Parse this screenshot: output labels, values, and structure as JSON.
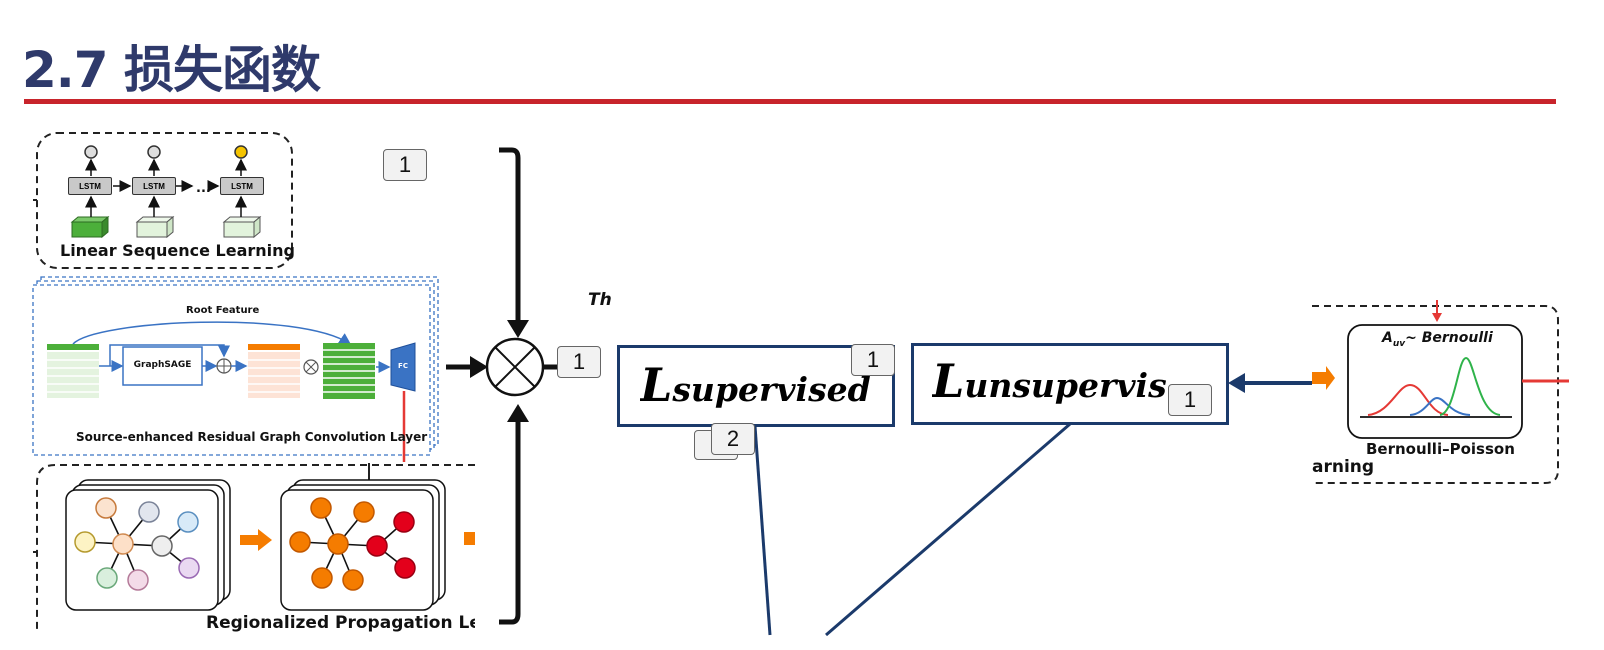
{
  "slide": {
    "title": "2.7 损失函数"
  },
  "modules": {
    "lstm_cells": [
      "LSTM",
      "LSTM",
      "LSTM"
    ],
    "ellipsis": "...",
    "linear_sequence_label": "Linear Sequence Learning",
    "root_feature_label": "Root Feature",
    "graphsage_label": "GraphSAGE",
    "fc_label": "FC",
    "residual_layer_label": "Source-enhanced Residual Graph Convolution  Layer",
    "regionalized_label": "Regionalized Propagation Le",
    "partial_text": "Th"
  },
  "loss": {
    "supervised": {
      "L": "L",
      "sub": "supervised"
    },
    "unsupervised": {
      "L": "L",
      "sub": "unsupervis"
    }
  },
  "bernoulli": {
    "formula_A": "A",
    "formula_sub": "uv",
    "formula_rest": "~ Bernoulli",
    "caption": "Bernoulli–Poisson",
    "partial_label": "arning"
  },
  "tags": {
    "t1": "1",
    "t2": "1",
    "t3": "1",
    "t4": "1",
    "t5": "2"
  },
  "colors": {
    "title": "#2f3a6b",
    "rule": "#c8242b",
    "box_border": "#1b3a6b",
    "green": "#4caf3a",
    "orange": "#f57c00",
    "blue": "#3a73c4",
    "red": "#e53935"
  }
}
